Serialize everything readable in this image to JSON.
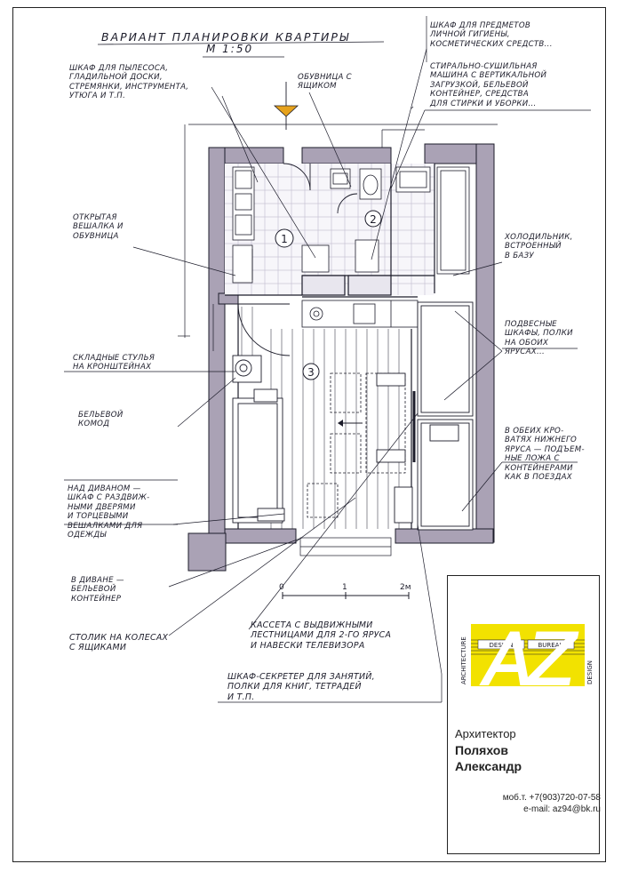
{
  "title": "Вариант планировки квартиры",
  "scale": "М 1:50",
  "scalebar": {
    "t0": "0",
    "t1": "1",
    "t2": "2м"
  },
  "rooms": {
    "r1": "1",
    "r2": "2",
    "r3": "3"
  },
  "labels": {
    "cabinet_vacuum": [
      "Шкаф для пылесоса,",
      "гладильной доски,",
      "стремянки, инструмента,",
      "утюга и т.п."
    ],
    "shoe_rack": [
      "обувница с",
      "ящиком"
    ],
    "hygiene_cabinet": [
      "Шкаф для предметов",
      "личной гигиены,",
      "косметических средств..."
    ],
    "washer": [
      "Стирально-сушильная",
      "машина с вертикальной",
      "загрузкой, бельевой",
      "контейнер, средства",
      "для стирки и уборки..."
    ],
    "open_hanger": [
      "открытая",
      "вешалка и",
      "обувница"
    ],
    "fridge": [
      "холодильник,",
      "встроенный",
      "в базу"
    ],
    "folding_chairs": [
      "складные стулья",
      "на кронштейнах"
    ],
    "hanging_shelves": [
      "подвесные",
      "шкафы, полки",
      "на обоих",
      "ярусах..."
    ],
    "linen_chest": [
      "бельевой",
      "комод"
    ],
    "bunk_beds": [
      "В обеих кро-",
      "ватях нижнего",
      "яруса — подъем-",
      "ные ложа с",
      "контейнерами",
      "как в поездах"
    ],
    "sofa_cabinet": [
      "над диваном —",
      "шкаф с раздвиж-",
      "ными дверями",
      "и торцевыми",
      "вешалками для",
      "одежды"
    ],
    "sofa_container": [
      "в диване —",
      "бельевой",
      "контейнер"
    ],
    "cassette": [
      "кассета с выдвижными",
      "лестницами для 2-го яруса",
      "и навески телевизора"
    ],
    "table": [
      "столик на колесах",
      "с ящиками"
    ],
    "secretary": [
      "шкаф-секретер для занятий,",
      "полки для книг, тетрадей",
      "и т.п."
    ]
  },
  "logo": {
    "letters": "AZ",
    "side_left": "ARCHITECTURE",
    "side_right": "DESIGN",
    "band_left": "DESIGN",
    "band_right": "BUREAU",
    "accent_color": "#f2e200"
  },
  "architect": {
    "role": "Архитектор",
    "surname": "Поляхов",
    "name": "Александр",
    "phone": "моб.т. +7(903)720-07-58",
    "email": "e-mail: az94@bk.ru"
  },
  "colors": {
    "wall": "#aaa2b5",
    "ink": "#1c1c2a",
    "tile": "#c8c4d4",
    "north": "#e6a21c"
  }
}
